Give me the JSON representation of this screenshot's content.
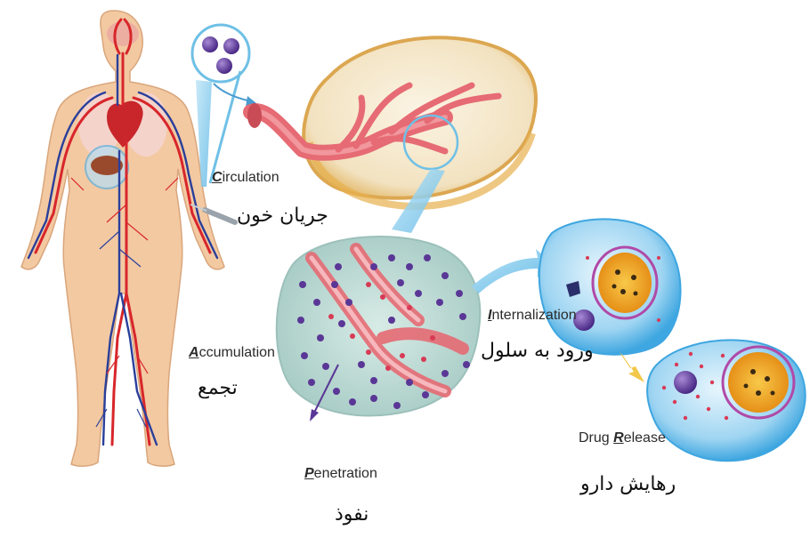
{
  "stages": {
    "circulation": {
      "first": "C",
      "rest": "irculation",
      "fa": "جریان خون"
    },
    "accumulation": {
      "first": "A",
      "rest": "ccumulation",
      "fa": "تجمع"
    },
    "penetration": {
      "first": "P",
      "rest": "enetration",
      "fa": "نفوذ"
    },
    "internalization": {
      "first": "I",
      "rest": "nternalization",
      "fa": "ورود به سلول"
    },
    "release": {
      "prefix": "Drug ",
      "first": "R",
      "rest": "elease",
      "fa": "رهایش دارو"
    }
  },
  "colors": {
    "skin": "#f3c9a2",
    "artery": "#d8262b",
    "vein": "#2a3f9b",
    "vessel_pink": "#e66b74",
    "tumor_dot": "#5a3796",
    "cell_blue": "#3ea6e0",
    "nucleus": "#f2a623",
    "arrow_blue": "#7fc8ea",
    "arrow_yellow": "#f2c84b"
  }
}
